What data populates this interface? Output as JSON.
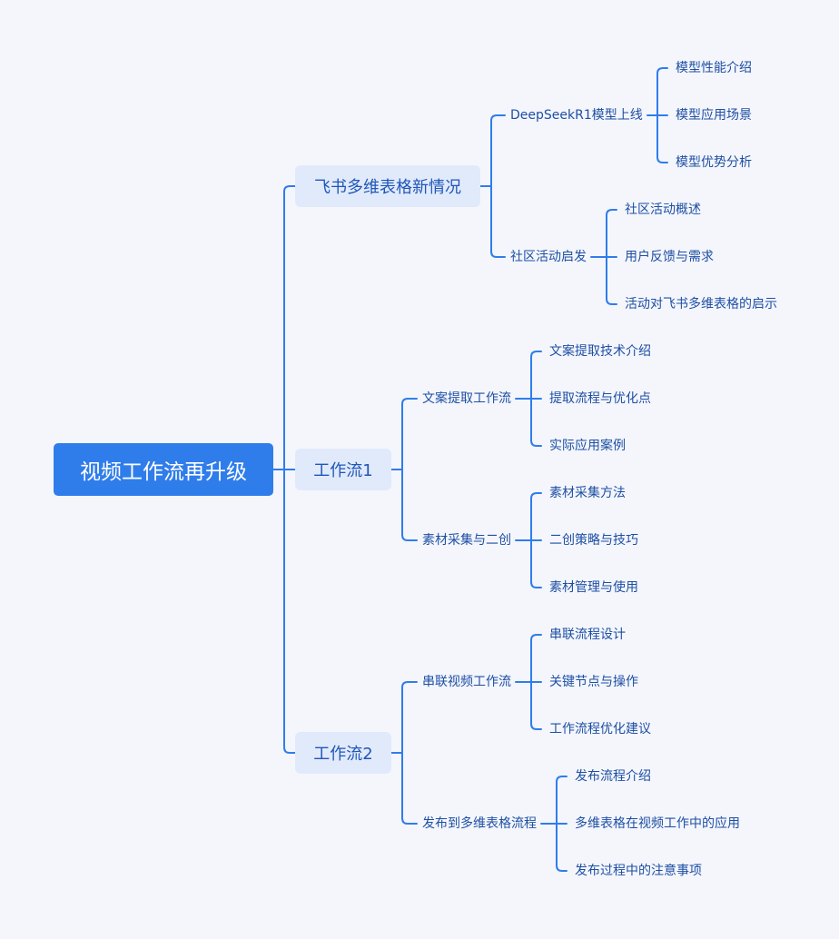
{
  "colors": {
    "background": "#F4F6FC",
    "root_fill": "#2F7DEB",
    "branch_fill": "#E1EAFB",
    "line": "#2F7DEB",
    "text": "#1E4FA3"
  },
  "mindmap": {
    "root": "视频工作流再升级",
    "branches": [
      {
        "label": "飞书多维表格新情况",
        "children": [
          {
            "label": "DeepSeekR1模型上线",
            "children": [
              "模型性能介绍",
              "模型应用场景",
              "模型优势分析"
            ]
          },
          {
            "label": "社区活动启发",
            "children": [
              "社区活动概述",
              "用户反馈与需求",
              "活动对飞书多维表格的启示"
            ]
          }
        ]
      },
      {
        "label": "工作流1",
        "children": [
          {
            "label": "文案提取工作流",
            "children": [
              "文案提取技术介绍",
              "提取流程与优化点",
              "实际应用案例"
            ]
          },
          {
            "label": "素材采集与二创",
            "children": [
              "素材采集方法",
              "二创策略与技巧",
              "素材管理与使用"
            ]
          }
        ]
      },
      {
        "label": "工作流2",
        "children": [
          {
            "label": "串联视频工作流",
            "children": [
              "串联流程设计",
              "关键节点与操作",
              "工作流程优化建议"
            ]
          },
          {
            "label": "发布到多维表格流程",
            "children": [
              "发布流程介绍",
              "多维表格在视频工作中的应用",
              "发布过程中的注意事项"
            ]
          }
        ]
      }
    ]
  }
}
